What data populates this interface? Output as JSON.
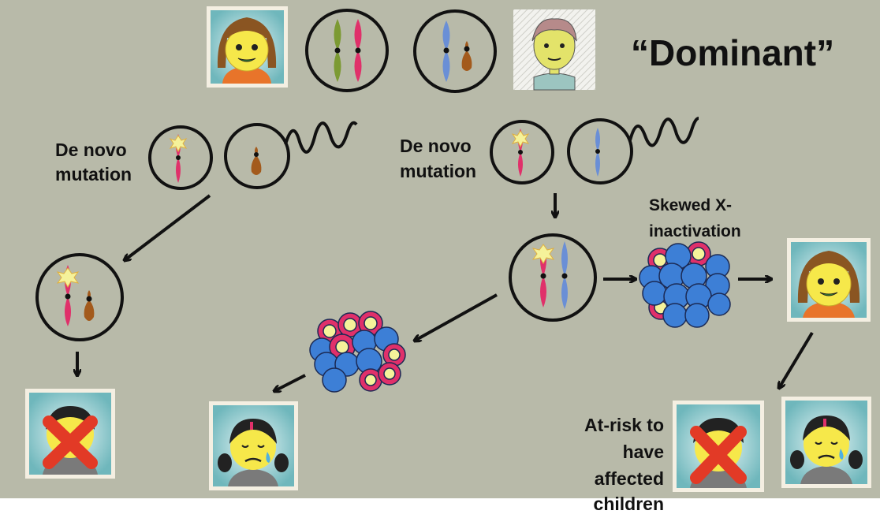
{
  "title": "“Dominant”",
  "labels": {
    "de_novo_left": [
      "De novo",
      "mutation"
    ],
    "de_novo_right": [
      "De novo",
      "mutation"
    ],
    "skewed": [
      "Skewed X-",
      "inactivation"
    ],
    "at_risk": [
      "At-risk to",
      "have",
      "affected",
      "children"
    ]
  },
  "colors": {
    "background": "#b8baa9",
    "red_x": "#e23a26",
    "x_chromosome_mutant": "#e0306a",
    "x_chromosome_wildtype": "#6a8fd6",
    "x_chromosome_green": "#7c9a33",
    "y_chromosome": "#a35a1c",
    "cell_blue": "#3d7fd6"
  }
}
